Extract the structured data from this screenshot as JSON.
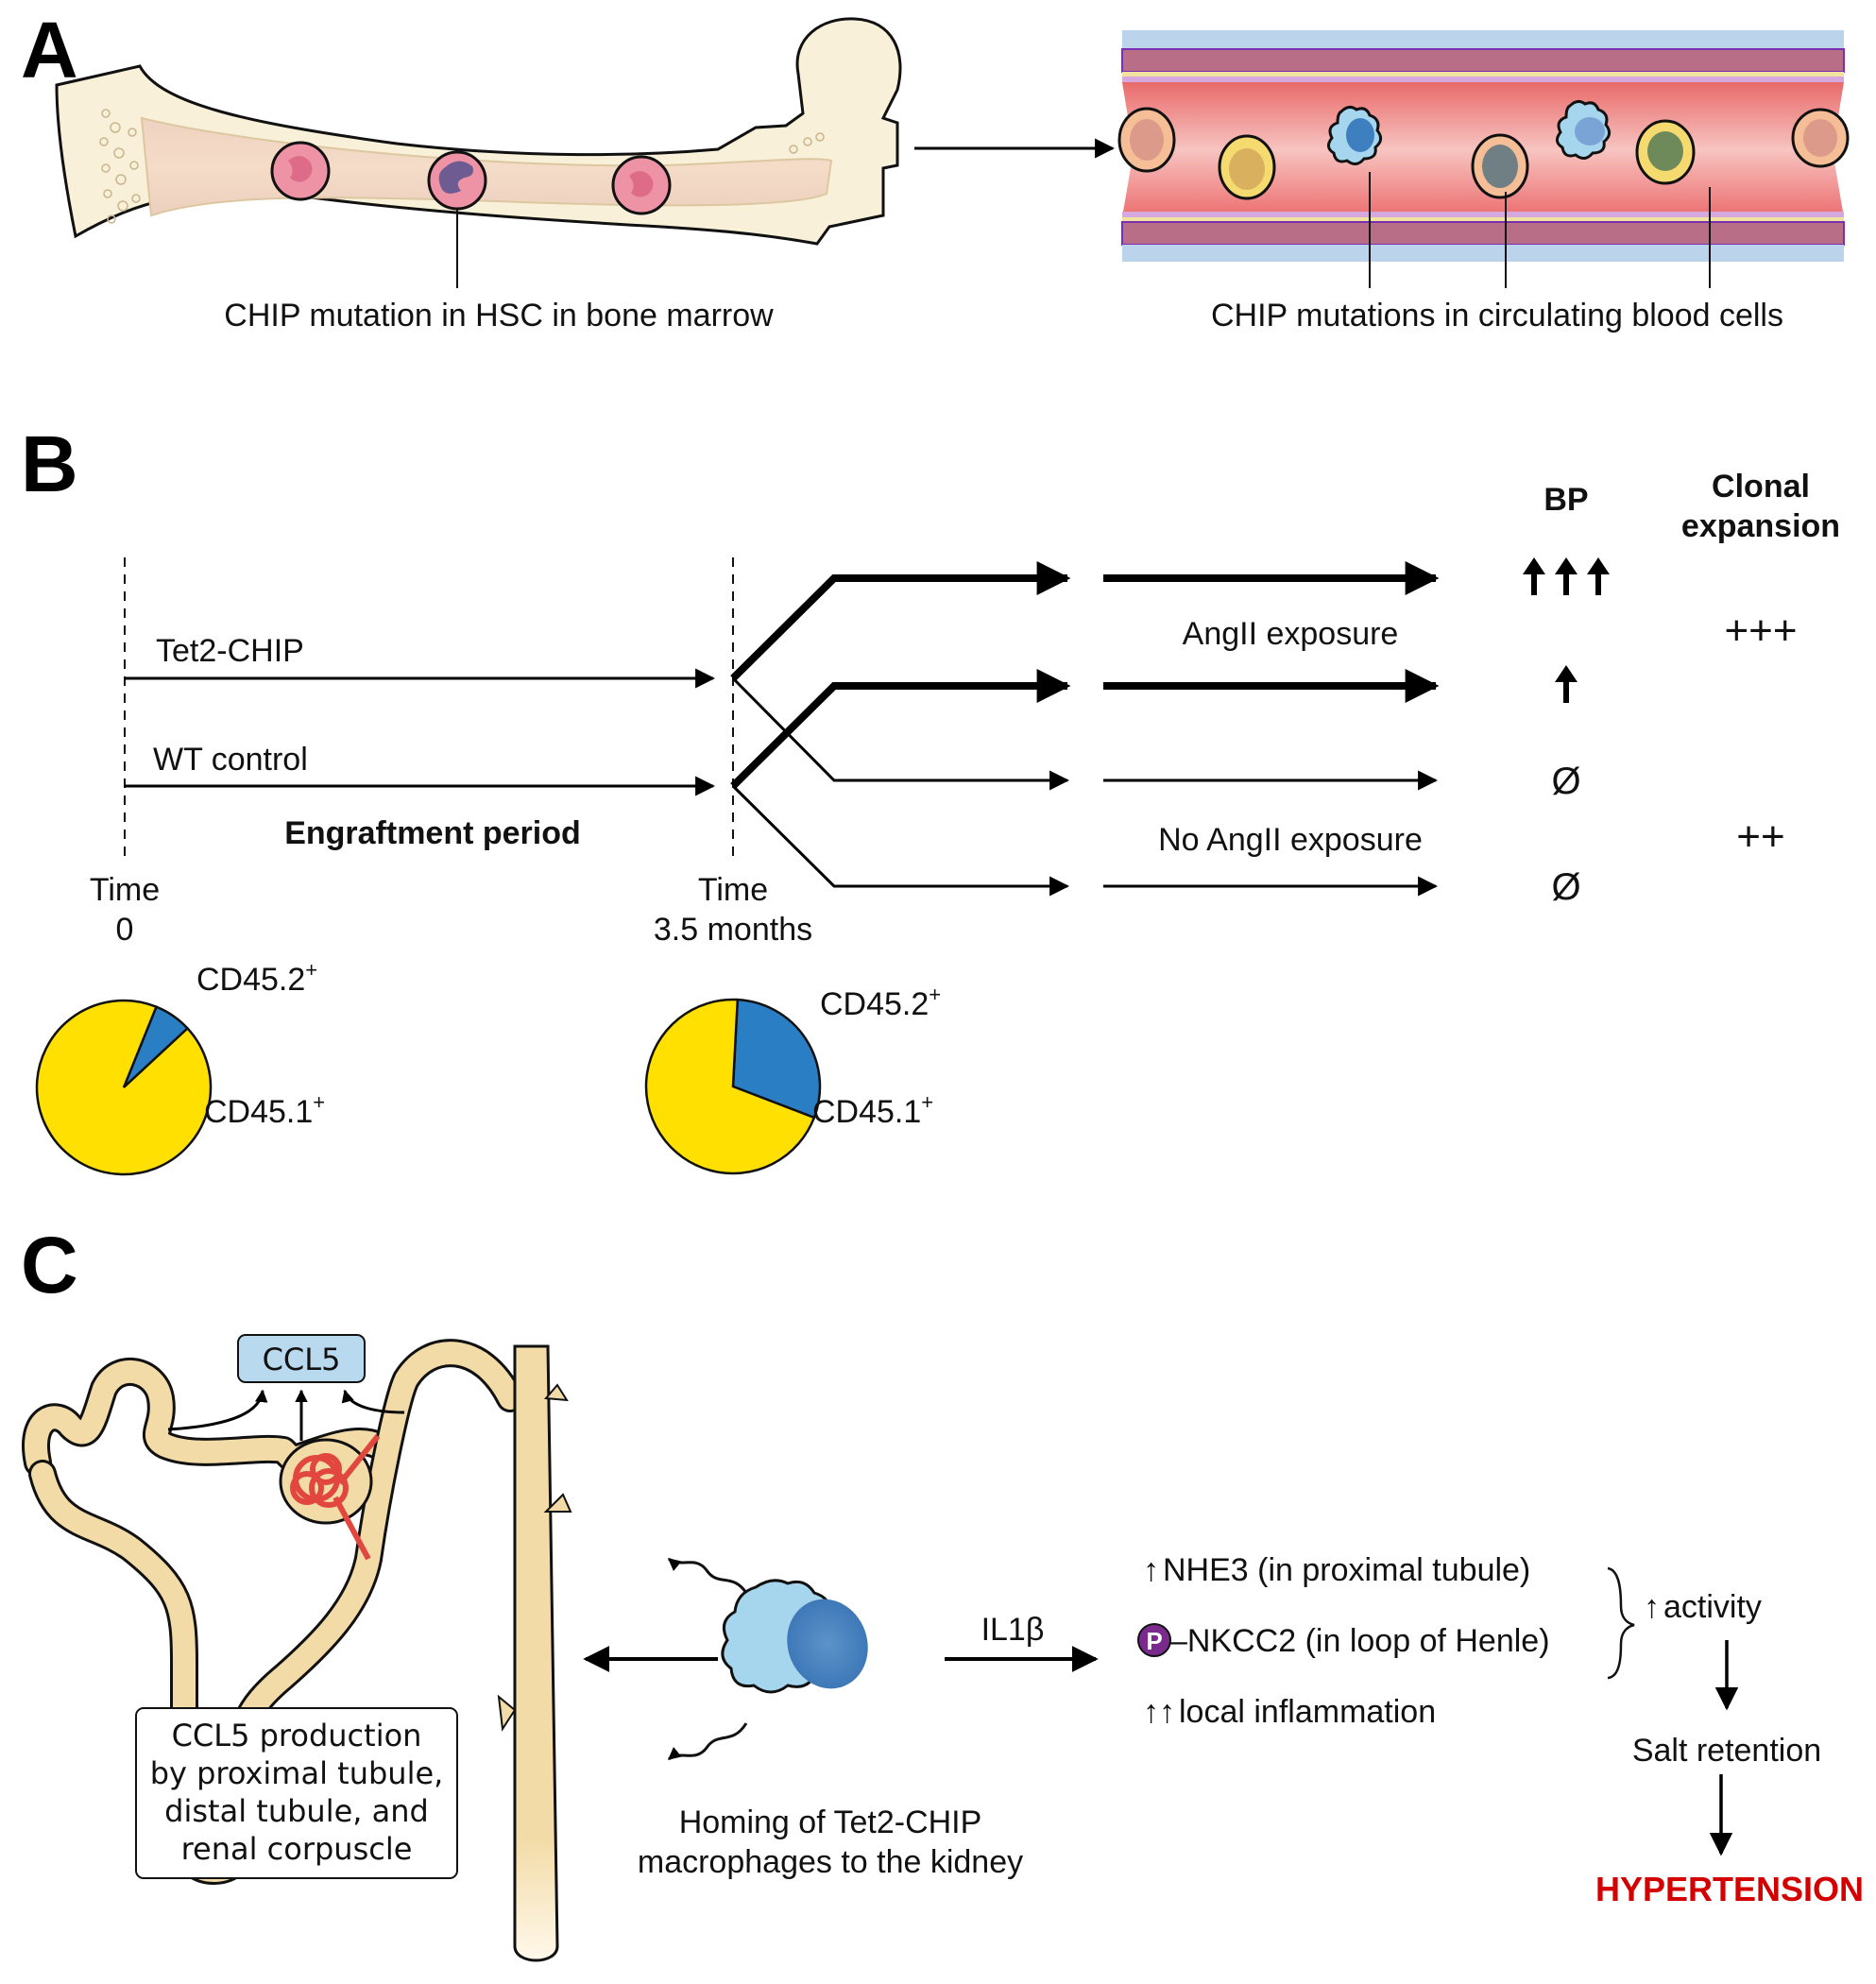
{
  "panels": {
    "a": {
      "label": "A",
      "bone_caption": "CHIP mutation in HSC in bone marrow",
      "vessel_caption": "CHIP mutations in circulating blood cells"
    },
    "b": {
      "label": "B",
      "groups": [
        "Tet2-CHIP",
        "WT control"
      ],
      "engraftment_label": "Engraftment period",
      "time0": {
        "line1": "Time",
        "line2": "0"
      },
      "time1": {
        "line1": "Time",
        "line2": "3.5 months"
      },
      "exposure_labels": [
        "AngII exposure",
        "No AngII exposure"
      ],
      "columns": {
        "bp": "BP",
        "clonal_line1": "Clonal",
        "clonal_line2": "expansion"
      },
      "outcomes": [
        {
          "bp": "↑↑↑",
          "bp_arrows": 3
        },
        {
          "bp": "↑",
          "bp_arrows": 1
        },
        {
          "bp": "Ø",
          "bp_arrows": 0
        },
        {
          "bp": "Ø",
          "bp_arrows": 0
        }
      ],
      "clonal": [
        "+++",
        "++"
      ],
      "pie_labels": {
        "cd452": "CD45.2",
        "cd451": "CD45.1",
        "sup": "+"
      }
    },
    "c": {
      "label": "C",
      "ccl5_box": "CCL5",
      "production_box": [
        "CCL5 production",
        "by proximal tubule,",
        "distal tubule, and",
        "renal corpuscle"
      ],
      "homing_caption": [
        "Homing of Tet2-CHIP",
        "macrophages to the kidney"
      ],
      "cytokine": "IL1β",
      "effects": [
        {
          "prefix": "↑",
          "text": "NHE3 (in proximal tubule)"
        },
        {
          "prefix": "P",
          "text": "–NKCC2 (in loop of Henle)"
        },
        {
          "prefix": "↑↑",
          "text": "local inflammation"
        }
      ],
      "activity": "activity",
      "salt": "Salt retention",
      "outcome": "HYPERTENSION"
    }
  },
  "colors": {
    "cd451": "#FFE000",
    "cd452": "#2A7FC4",
    "hypertension": "#D40000",
    "phospho": "#7A2A8C",
    "ccl5_box": "#B9D9EE",
    "bone": "#F7EED8",
    "tubule": "#F2DBA6",
    "macrophage": "#A6D6EE"
  },
  "chart_data": [
    {
      "type": "pie",
      "title": "Time 0",
      "categories": [
        "CD45.2+",
        "CD45.1+"
      ],
      "values": [
        7,
        93
      ]
    },
    {
      "type": "pie",
      "title": "Time 3.5 months",
      "categories": [
        "CD45.2+",
        "CD45.1+"
      ],
      "values": [
        30,
        70
      ]
    }
  ]
}
